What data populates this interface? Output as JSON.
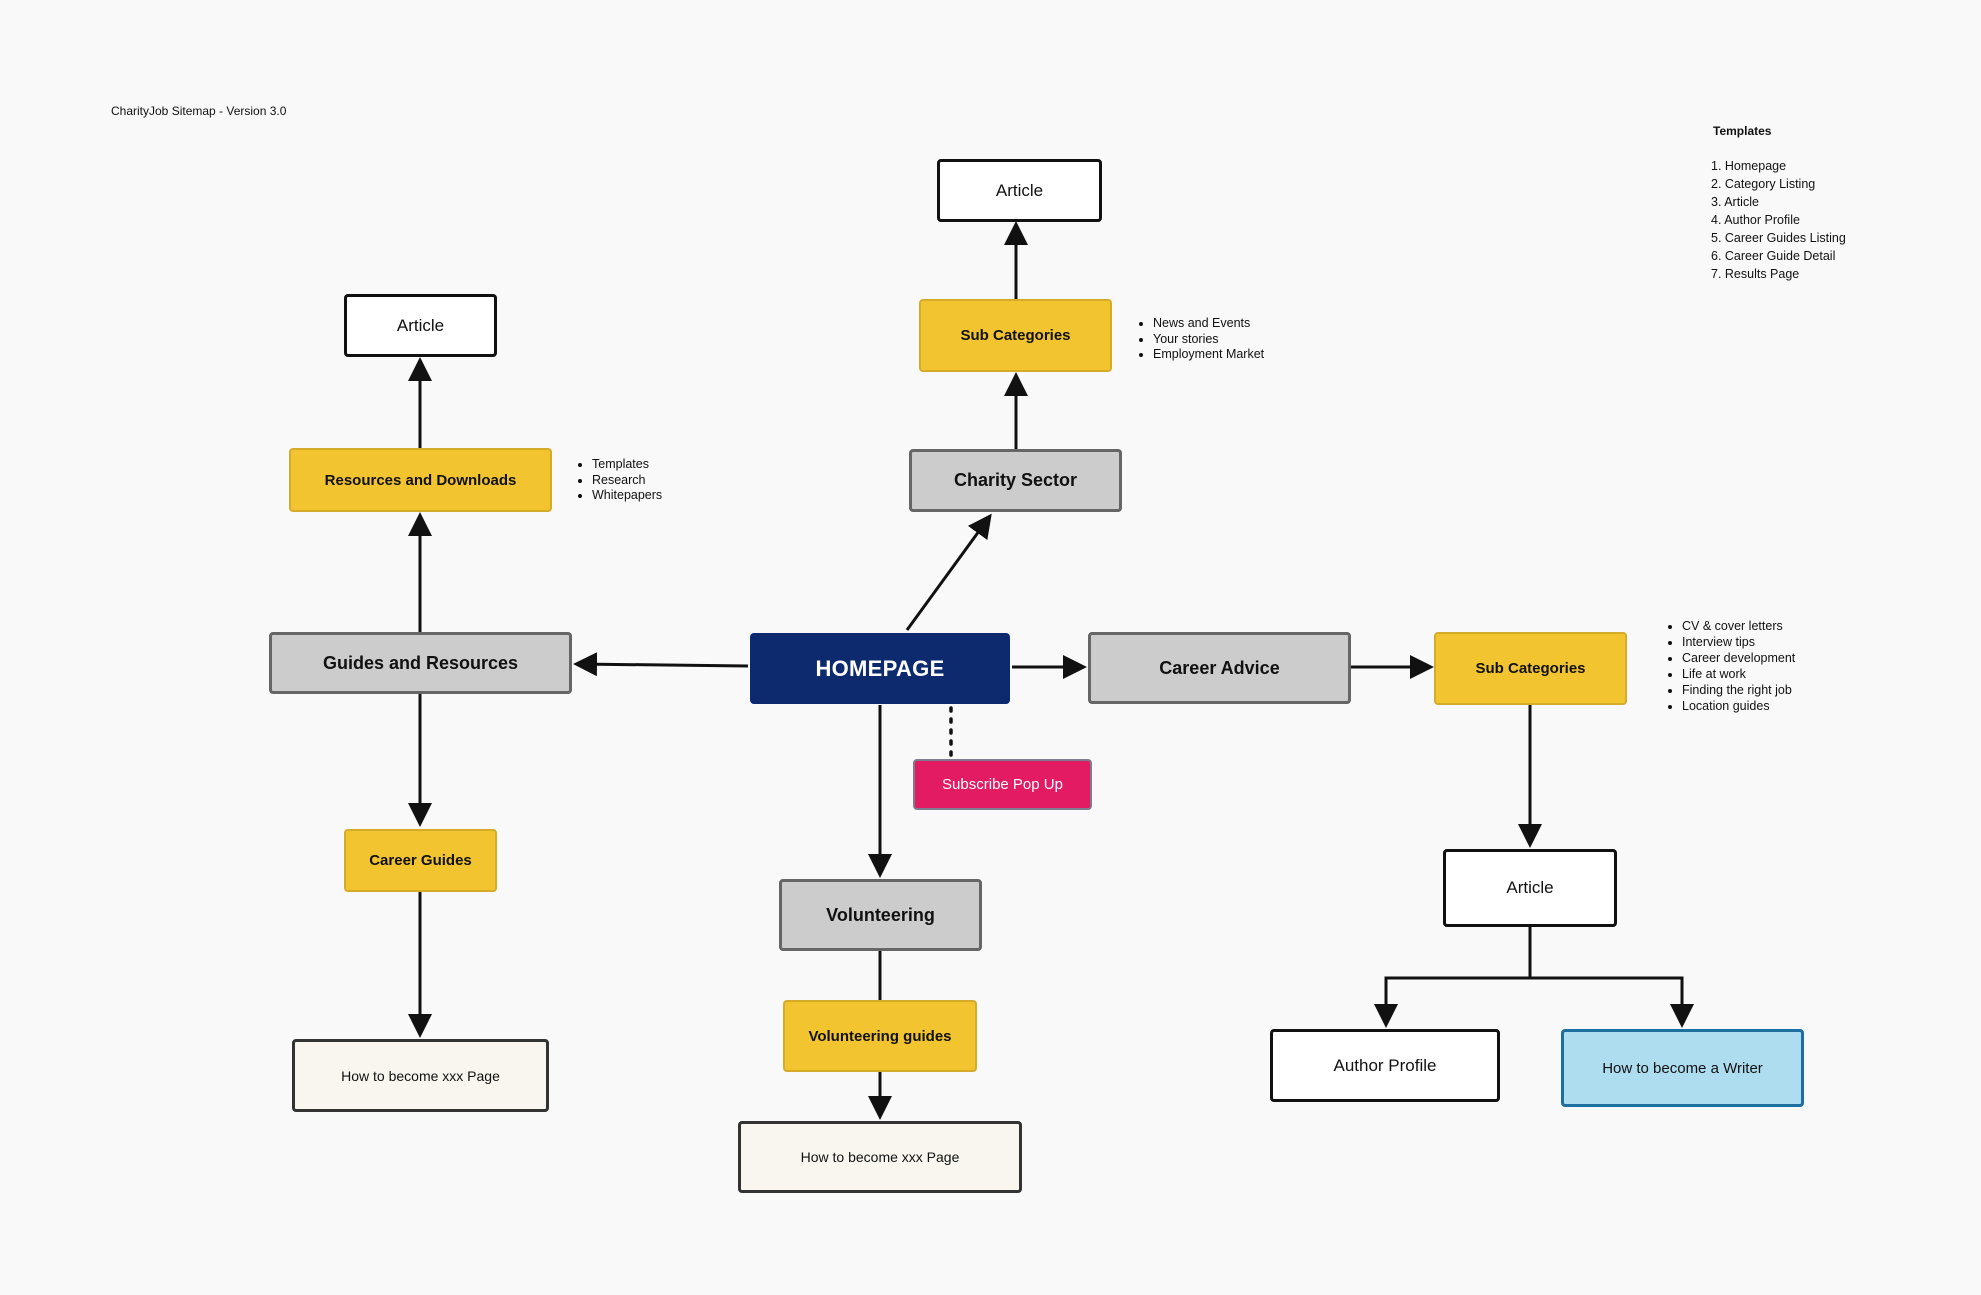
{
  "title": "CharityJob Sitemap - Version 3.0",
  "legend": {
    "heading": "Templates",
    "items": [
      "1. Homepage",
      "2. Category Listing",
      "3. Article",
      "4. Author Profile",
      "5. Career Guides Listing",
      "6. Career Guide Detail",
      "7. Results Page"
    ]
  },
  "colors": {
    "homepage": "#0e2a6e",
    "section": "#cccccc",
    "category": "#f2c430",
    "popup": "#e31b62",
    "writer": "#aeddf0",
    "guide_page": "#f8f6ee"
  },
  "nodes": {
    "homepage": "HOMEPAGE",
    "charity_sector": "Charity Sector",
    "charity_sub_categories": "Sub Categories",
    "charity_article": "Article",
    "guides_resources": "Guides and Resources",
    "resources_downloads": "Resources and Downloads",
    "resources_article": "Article",
    "career_guides": "Career Guides",
    "career_guides_page": "How to become xxx Page",
    "career_advice": "Career Advice",
    "advice_sub_categories": "Sub Categories",
    "advice_article": "Article",
    "author_profile": "Author Profile",
    "become_writer": "How to become a Writer",
    "volunteering": "Volunteering",
    "volunteering_guides": "Volunteering guides",
    "volunteering_page": "How to become xxx Page",
    "subscribe_popup": "Subscribe Pop Up"
  },
  "notes": {
    "charity_sub_categories": [
      "News and Events",
      "Your stories",
      "Employment Market"
    ],
    "resources_downloads": [
      "Templates",
      "Research",
      "Whitepapers"
    ],
    "advice_sub_categories": [
      "CV & cover letters",
      "Interview tips",
      "Career development",
      "Life at work",
      "Finding the right job",
      "Location guides"
    ]
  }
}
